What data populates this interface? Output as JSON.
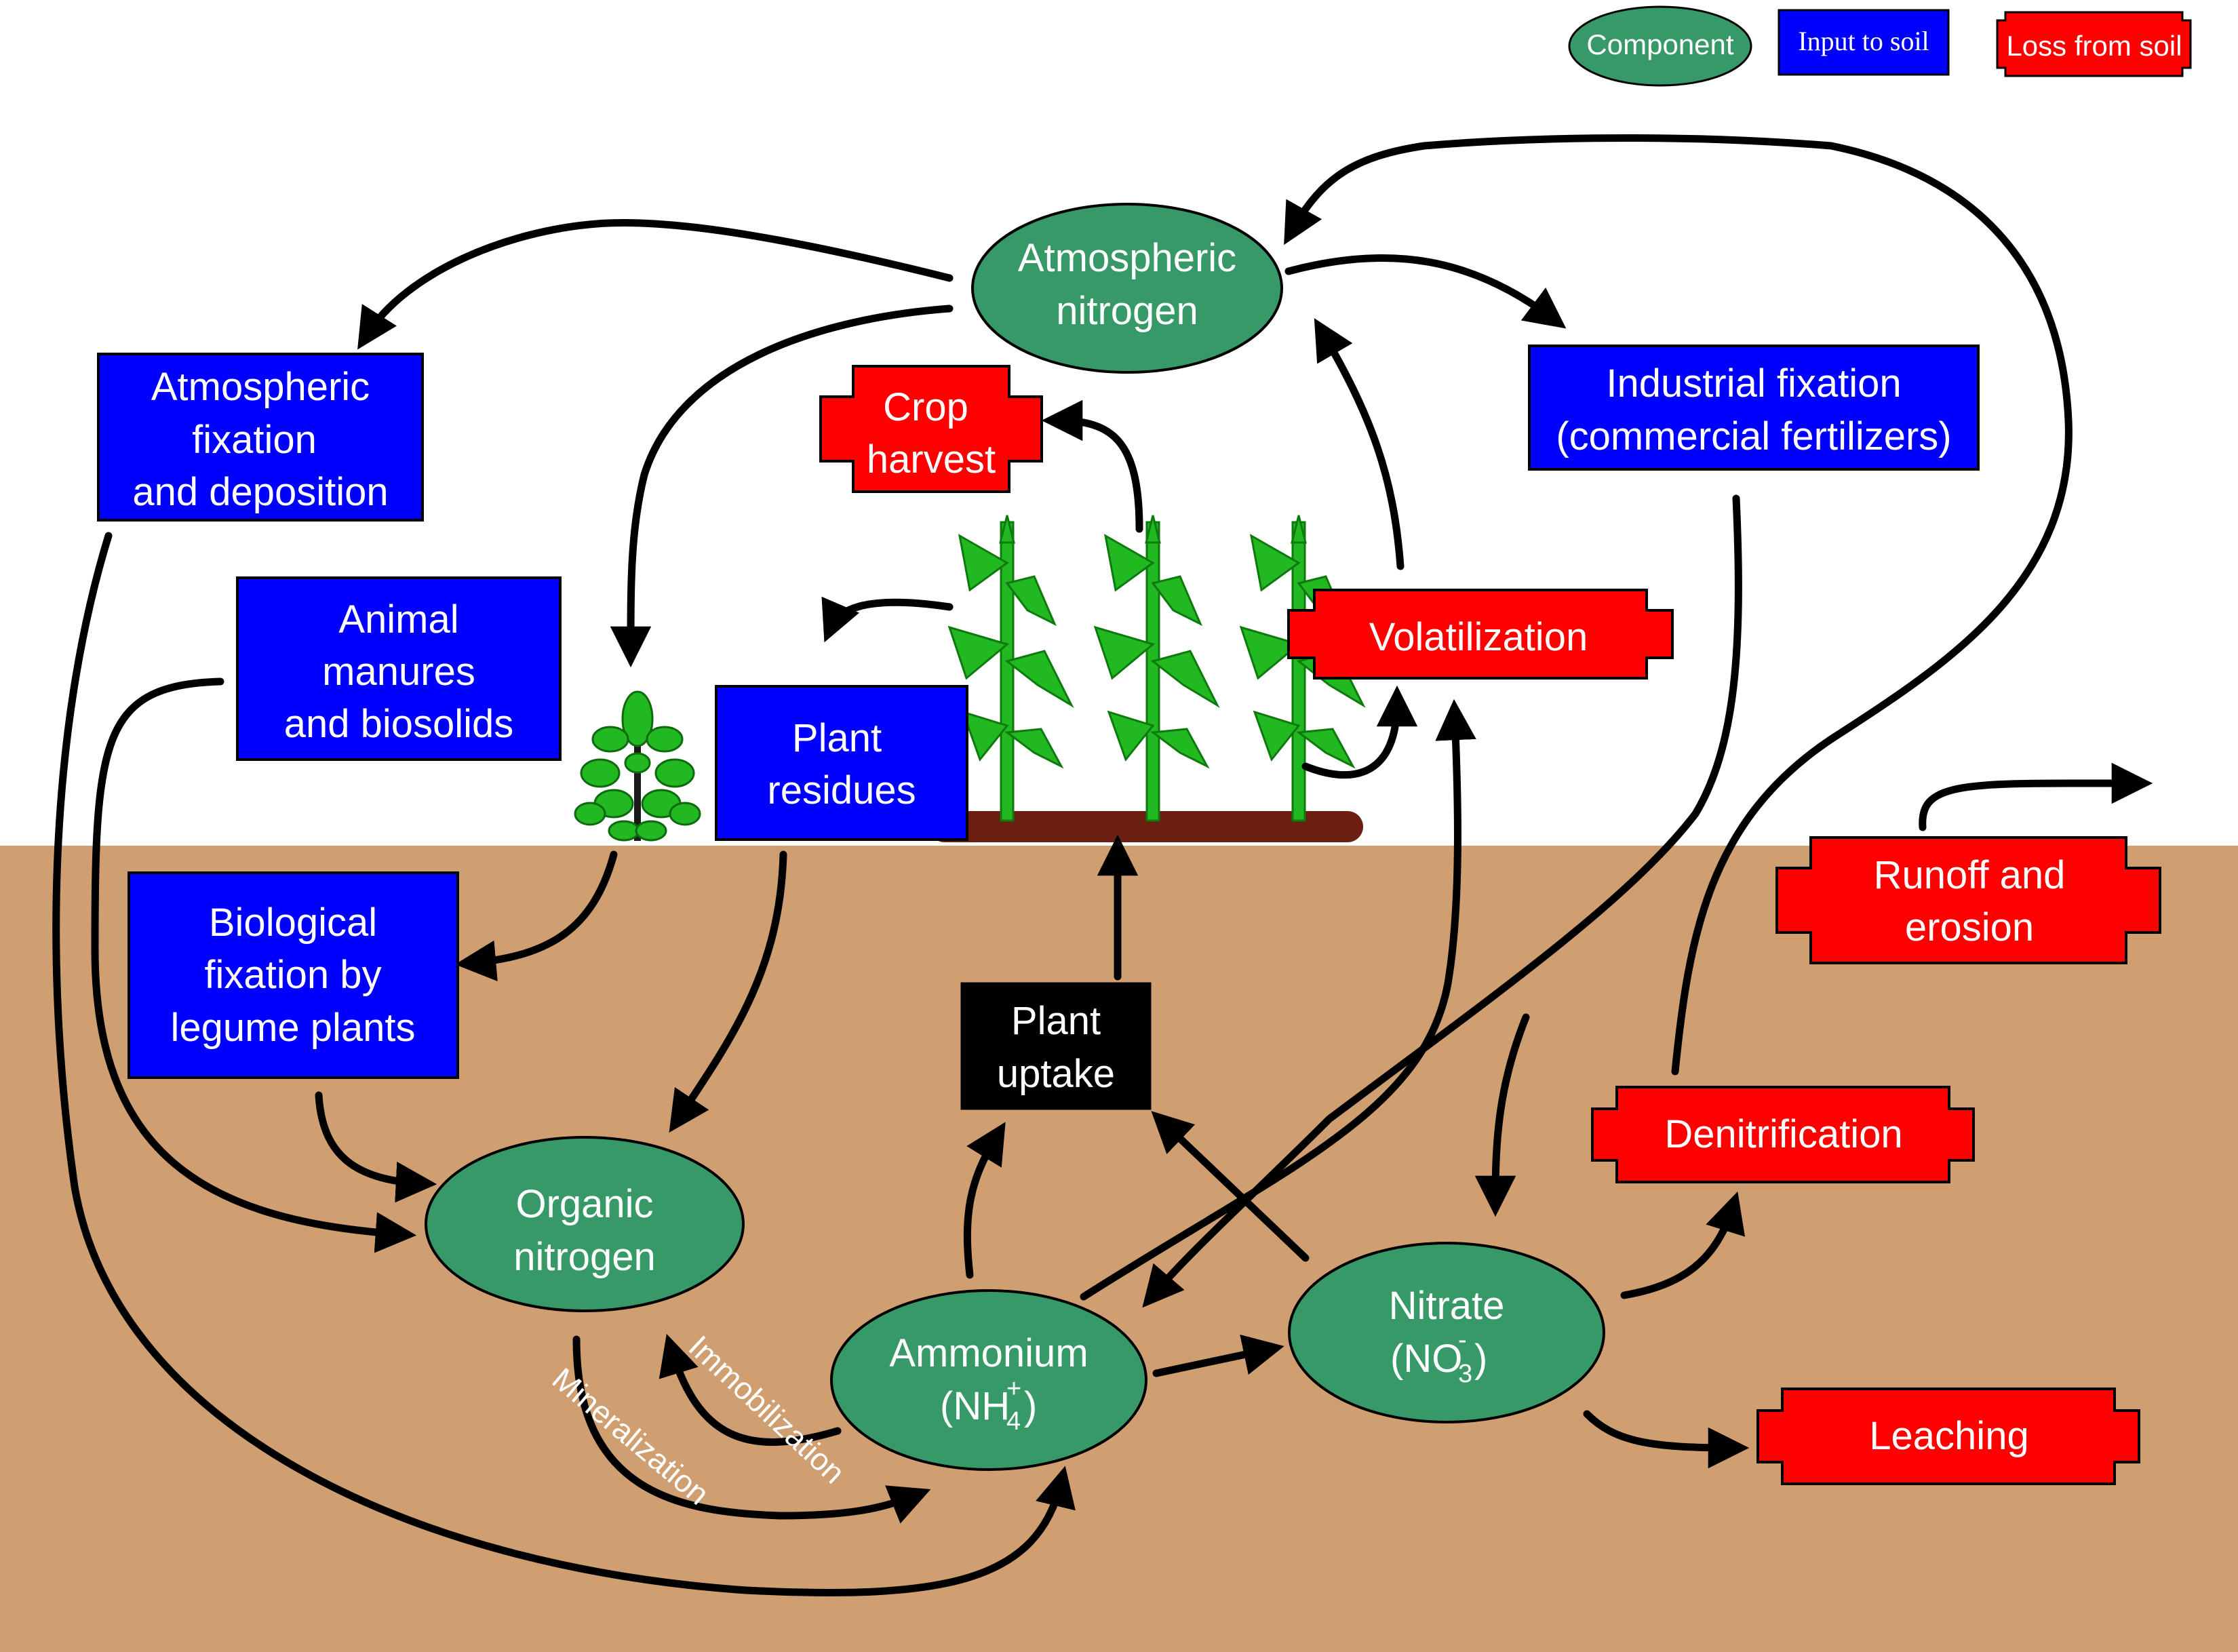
{
  "colors": {
    "component": "#389968",
    "input": "#0000ff",
    "loss": "#ff0000",
    "uptake": "#000000",
    "soil": "#cf9f72",
    "sky": "#ffffff",
    "residue_bar": "#6b1f10",
    "plant": "#22b822"
  },
  "legend": {
    "component": "Component",
    "input": "Input to soil",
    "loss": "Loss from soil"
  },
  "components": {
    "atmospheric": [
      "Atmospheric",
      "nitrogen"
    ],
    "organic": [
      "Organic",
      "nitrogen"
    ],
    "ammonium": [
      "Ammonium",
      "(NH",
      "+",
      "4",
      ")"
    ],
    "nitrate": [
      "Nitrate",
      "(NO",
      "-",
      "3",
      ")"
    ]
  },
  "inputs": {
    "atmos_fixation": [
      "Atmospheric",
      "fixation",
      "and deposition"
    ],
    "industrial": [
      "Industrial fixation",
      "(commercial fertilizers)"
    ],
    "manures": [
      "Animal",
      "manures",
      "and biosolids"
    ],
    "residues": [
      "Plant",
      "residues"
    ],
    "biological": [
      "Biological",
      "fixation by",
      "legume plants"
    ]
  },
  "losses": {
    "crop_harvest": [
      "Crop",
      "harvest"
    ],
    "volatilization": "Volatilization",
    "runoff": [
      "Runoff and",
      "erosion"
    ],
    "denitrification": "Denitrification",
    "leaching": "Leaching"
  },
  "uptake": [
    "Plant",
    "uptake"
  ],
  "process_labels": {
    "immobilization": "Immobilization",
    "mineralization": "Mineralization"
  },
  "icons": {
    "legume": "legume-plant-icon",
    "corn": "corn-plant-icon"
  }
}
